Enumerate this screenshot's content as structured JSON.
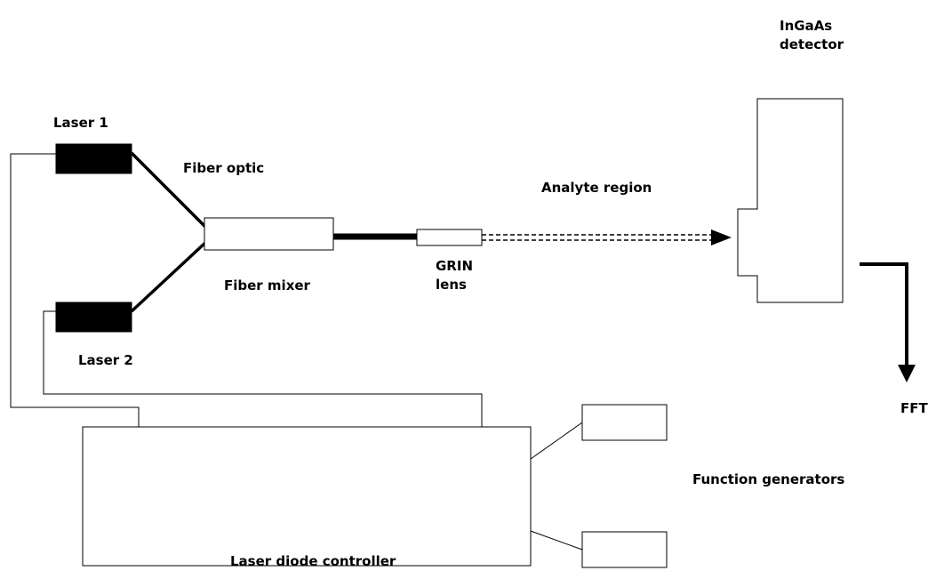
{
  "labels": {
    "laser1": "Laser 1",
    "laser2": "Laser 2",
    "fiber_optic": "Fiber optic",
    "fiber_mixer": "Fiber mixer",
    "grin_line1": "GRIN",
    "grin_line2": "lens",
    "analyte_region": "Analyte region",
    "detector_line1": "InGaAs",
    "detector_line2": "detector",
    "fft": "FFT",
    "function_generators": "Function generators",
    "laser_diode_controller": "Laser diode controller"
  },
  "colors": {
    "line": "#000000",
    "laser_fill": "#000000",
    "box_fill": "#ffffff"
  }
}
